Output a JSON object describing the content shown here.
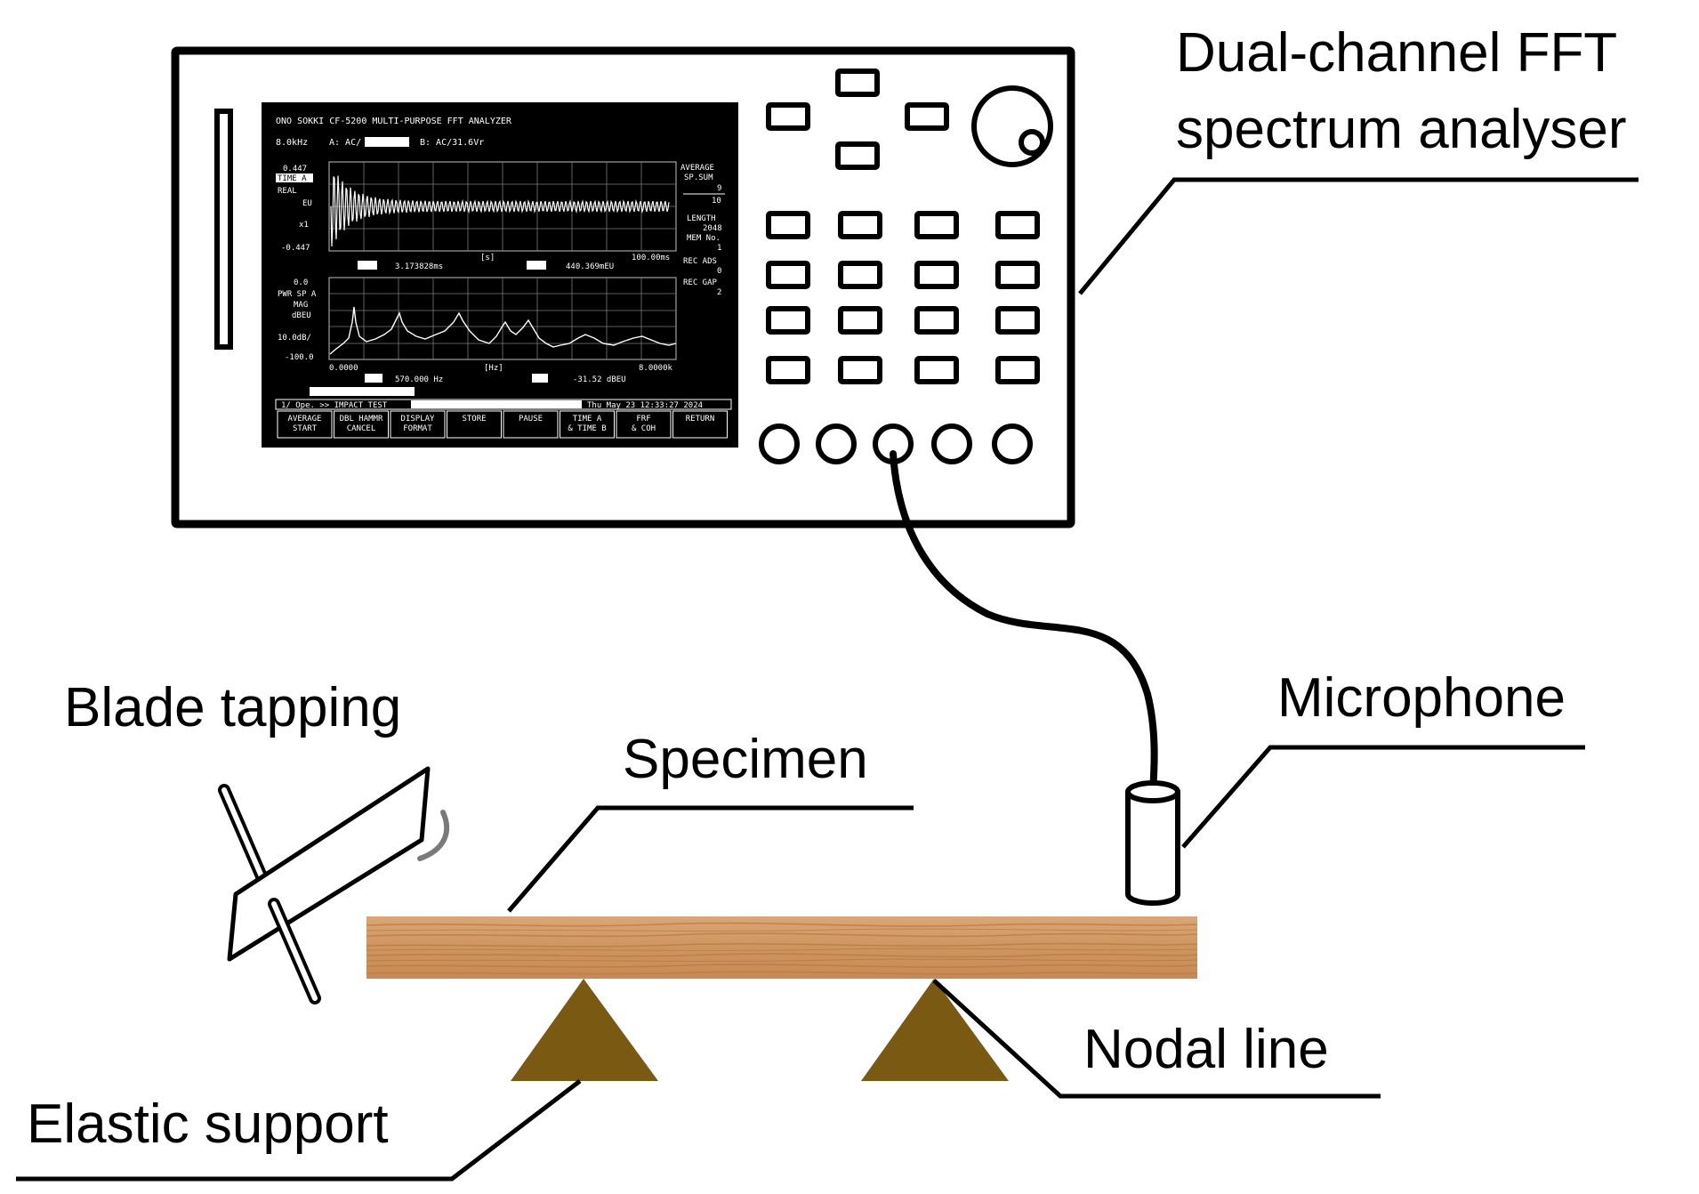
{
  "labels": {
    "analyser_line1": "Dual-channel FFT",
    "analyser_line2": "spectrum analyser",
    "blade_tapping": "Blade tapping",
    "specimen": "Specimen",
    "microphone": "Microphone",
    "nodal_line": "Nodal line",
    "elastic_support": "Elastic support"
  },
  "screen": {
    "header": "ONO SOKKI CF-5200 MULTI-PURPOSE FFT ANALYZER",
    "range": "8.0kHz",
    "ch_a": "A: AC/",
    "ch_b": "B: AC/31.6Vr",
    "time_top": "0.447",
    "time_tag": "TIME A",
    "time_real": "REAL",
    "time_eu": "EU",
    "time_x1": "x1",
    "time_bottom": "-0.447",
    "time_unit": "[s]",
    "time_end": "100.00ms",
    "cursor_time": "3.173828ms",
    "cursor_amp": "440.369mEU",
    "spec_top": "0.0",
    "spec_tag": "PWR SP A",
    "spec_mag": "MAG",
    "spec_dbeu": "dBEU",
    "spec_div": "10.0dB/",
    "spec_bottom": "-100.0",
    "spec_start": "0.0000",
    "spec_unit": "[Hz]",
    "spec_end": "8.0000k",
    "cursor_freq": "570.000 Hz",
    "cursor_db": "-31.52 dBEU",
    "side_average": "AVERAGE",
    "side_spsum": "SP.SUM",
    "side_n1": "9",
    "side_n2": "10",
    "side_length": "LENGTH",
    "side_len_val": "2048",
    "side_mem": "MEM No.",
    "side_mem_val": "1",
    "side_recads": "REC ADS",
    "side_recads_val": "0",
    "side_recgap": "REC GAP",
    "side_recgap_val": "2",
    "status_left": "1/ Ope. >> IMPACT TEST",
    "status_right": "Thu May 23 12:33:27 2024",
    "softkeys": [
      [
        "AVERAGE",
        "START"
      ],
      [
        "DBL HAMMR",
        "CANCEL"
      ],
      [
        "DISPLAY",
        "FORMAT"
      ],
      [
        "STORE",
        ""
      ],
      [
        "PAUSE",
        ""
      ],
      [
        "TIME A",
        "& TIME B"
      ],
      [
        "FRF",
        "& COH"
      ],
      [
        "RETURN",
        ""
      ]
    ]
  },
  "colors": {
    "wood_base": "#d39a67",
    "wood_grain": "#b97c4a",
    "support": "#7a5a12",
    "screen_bg": "#000000",
    "line": "#000000"
  }
}
